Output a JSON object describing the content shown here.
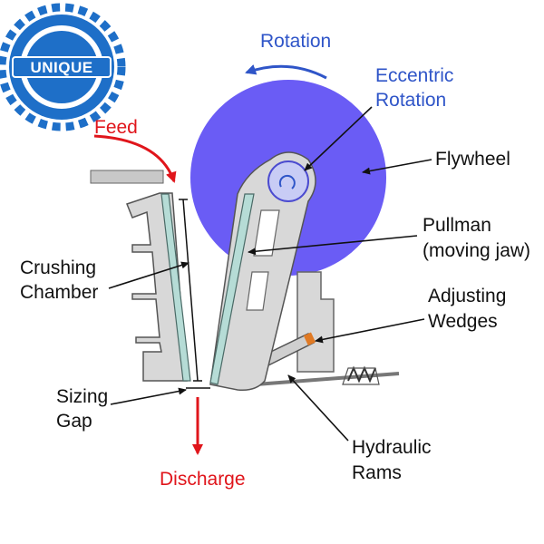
{
  "logo": {
    "text": "UNIQUE"
  },
  "labels": {
    "rotation": "Rotation",
    "eccentric_line1": "Eccentric",
    "eccentric_line2": "Rotation",
    "feed": "Feed",
    "flywheel": "Flywheel",
    "pullman_line1": "Pullman",
    "pullman_line2": "(moving jaw)",
    "crushing_line1": "Crushing",
    "crushing_line2": "Chamber",
    "adjusting_line1": "Adjusting",
    "adjusting_line2": "Wedges",
    "sizing_line1": "Sizing",
    "sizing_line2": "Gap",
    "hydraulic_line1": "Hydraulic",
    "hydraulic_line2": "Rams",
    "discharge": "Discharge"
  },
  "colors": {
    "blue_label": "#2f55c8",
    "red_label": "#e0151b",
    "black_label": "#111111",
    "flywheel": "#6a5cf5",
    "frame_gray": "#d8d8d8",
    "liner": "#b6dcd6",
    "logo_blue": "#1e6fc8"
  }
}
